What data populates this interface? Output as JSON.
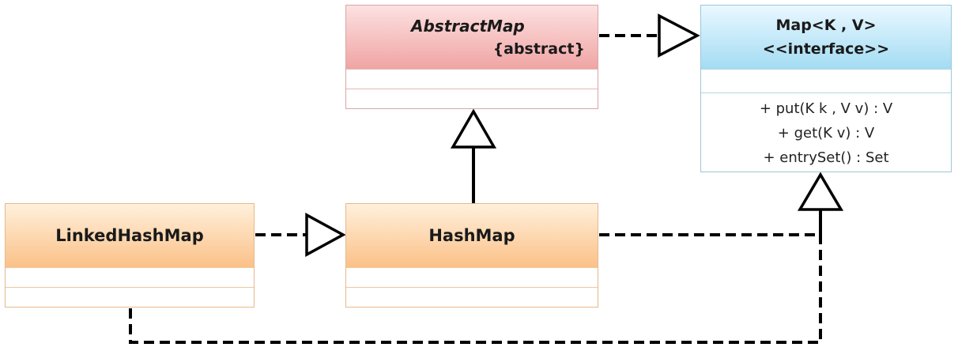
{
  "abstract_map": {
    "name": "AbstractMap",
    "stereotype": "{abstract}"
  },
  "map_interface": {
    "name": "Map<K , V>",
    "stereotype": "<<interface>>",
    "operations": [
      "+ put(K k , V v) : V",
      "+ get(K v) : V",
      "+ entrySet() : Set"
    ]
  },
  "hash_map": {
    "name": "HashMap"
  },
  "linked_hash_map": {
    "name": "LinkedHashMap"
  },
  "colors": {
    "abstract_fill": "#f0a4a4",
    "interface_fill": "#a3dcf3",
    "class_fill": "#fbc188",
    "connector": "#000000"
  }
}
